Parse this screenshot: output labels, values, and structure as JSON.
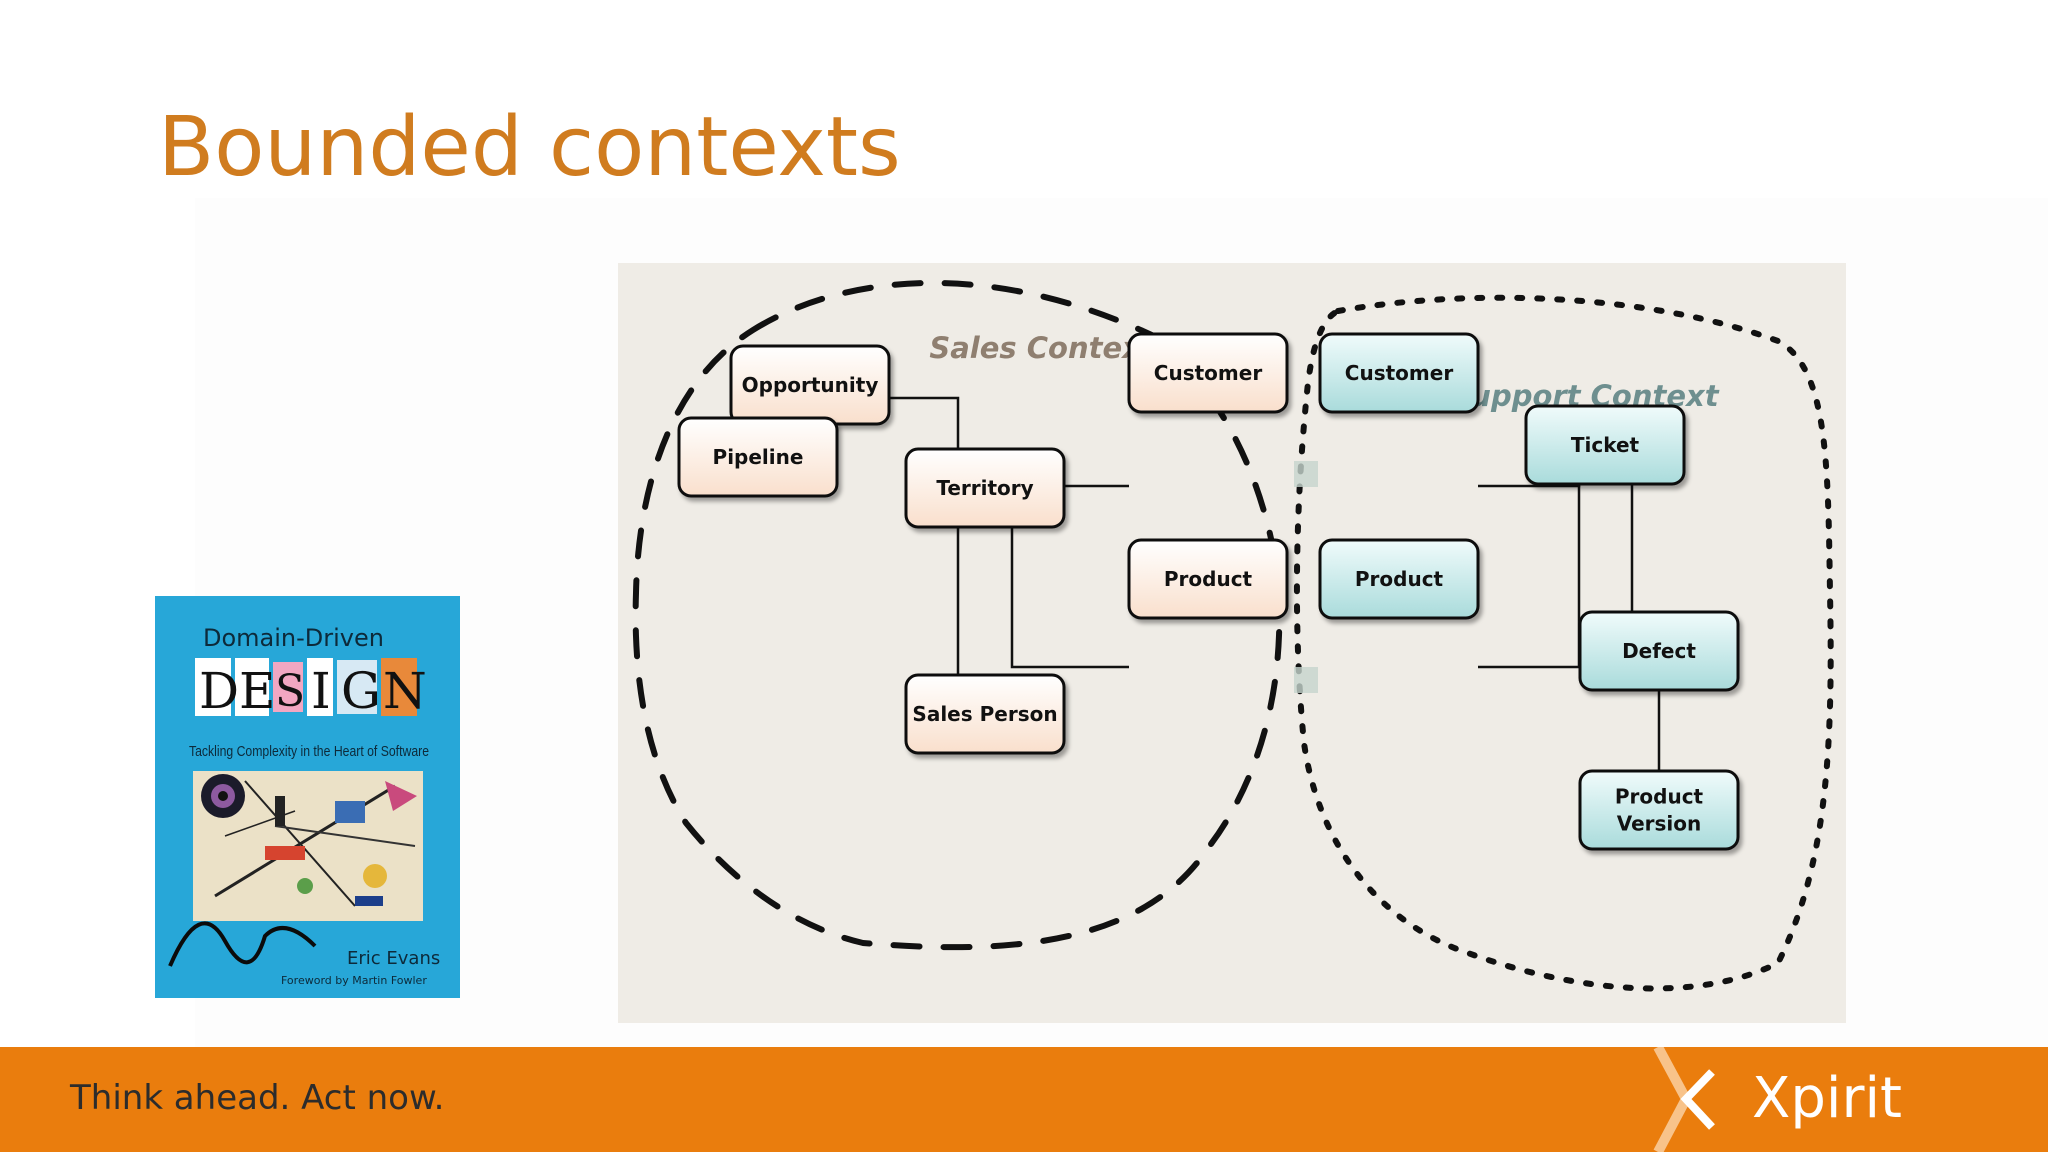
{
  "slide": {
    "title": "Bounded contexts",
    "tagline": "Think ahead. Act now.",
    "brand": "Xpirit"
  },
  "book": {
    "title_top": "Domain-Driven",
    "title_main": [
      "D",
      "E",
      "S",
      "I",
      "G",
      "N"
    ],
    "subtitle": "Tackling Complexity in the Heart of Software",
    "author": "Eric Evans",
    "foreword": "Foreword by Martin Fowler"
  },
  "diagram": {
    "contexts": [
      {
        "id": "sales",
        "label": "Sales Context",
        "color": "#8f7f70"
      },
      {
        "id": "support",
        "label": "Support Context",
        "color": "#6e8f8f"
      }
    ],
    "nodes": [
      {
        "id": "opportunity",
        "label": "Opportunity",
        "context": "sales"
      },
      {
        "id": "pipeline",
        "label": "Pipeline",
        "context": "sales"
      },
      {
        "id": "territory",
        "label": "Territory",
        "context": "sales"
      },
      {
        "id": "sales-customer",
        "label": "Customer",
        "context": "sales"
      },
      {
        "id": "sales-product",
        "label": "Product",
        "context": "sales"
      },
      {
        "id": "sales-person",
        "label": "Sales Person",
        "context": "sales"
      },
      {
        "id": "support-customer",
        "label": "Customer",
        "context": "support"
      },
      {
        "id": "ticket",
        "label": "Ticket",
        "context": "support"
      },
      {
        "id": "support-product",
        "label": "Product",
        "context": "support"
      },
      {
        "id": "defect",
        "label": "Defect",
        "context": "support"
      },
      {
        "id": "product-version",
        "label": "Product\nVersion",
        "context": "support"
      }
    ],
    "edges": [
      [
        "opportunity",
        "pipeline"
      ],
      [
        "opportunity",
        "territory"
      ],
      [
        "territory",
        "sales-customer"
      ],
      [
        "territory",
        "sales-product"
      ],
      [
        "territory",
        "sales-person"
      ],
      [
        "support-customer",
        "ticket"
      ],
      [
        "support-product",
        "ticket"
      ],
      [
        "ticket",
        "defect"
      ],
      [
        "defect",
        "product-version"
      ]
    ],
    "colors": {
      "sales_fill_top": "#ffffff",
      "sales_fill_bottom": "#f9dfcc",
      "support_fill_top": "#f0fbfb",
      "support_fill_bottom": "#a9dbdb",
      "panel": "#efece6",
      "line": "#111111"
    }
  }
}
